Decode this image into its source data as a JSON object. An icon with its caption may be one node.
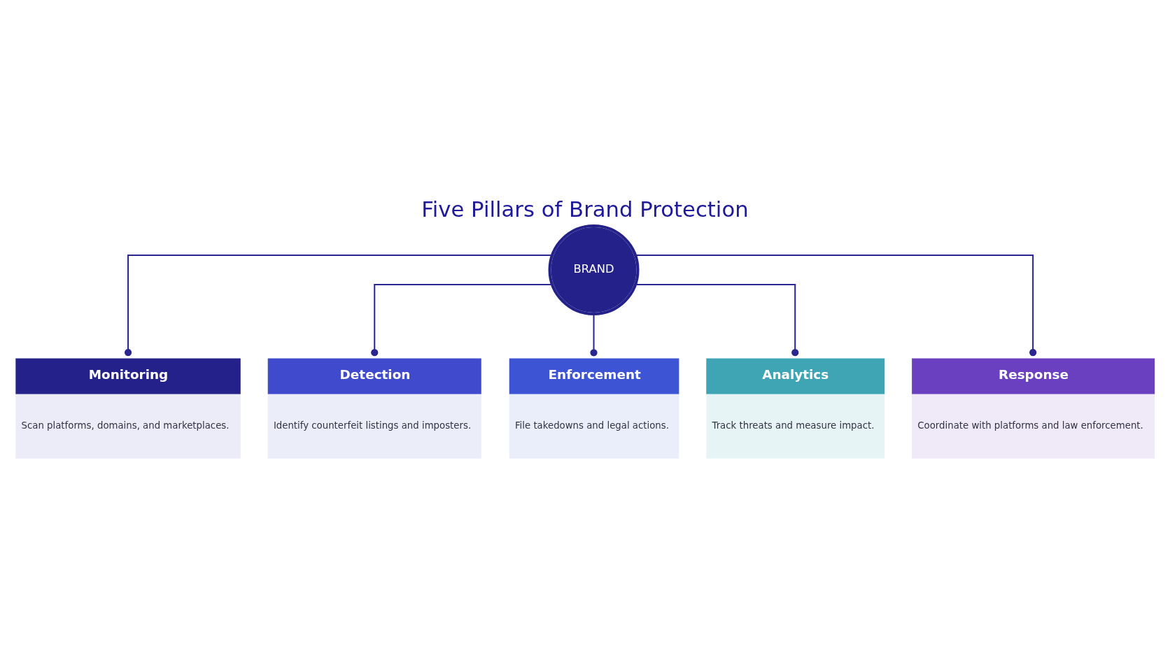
{
  "diagram": {
    "title": "Five Pillars of Brand Protection",
    "nodes": [
      {
        "text": [
          "BRAND"
        ]
      },
      {
        "text": [
          "Monitoring",
          "Scan platforms, domains, and marketplaces."
        ]
      },
      {
        "text": [
          "Detection",
          "Identify counterfeit listings and imposters."
        ]
      },
      {
        "text": [
          "Enforcement",
          "File takedowns and legal actions."
        ]
      },
      {
        "text": [
          "Analytics",
          "Track threats and measure impact."
        ]
      },
      {
        "text": [
          "Response",
          "Coordinate with platforms and law enforcement."
        ]
      }
    ],
    "edges": [
      {
        "from": 0,
        "to": 1,
        "arrow": "other"
      },
      {
        "from": 0,
        "to": 2,
        "arrow": "other"
      },
      {
        "from": 0,
        "to": 3,
        "arrow": "other"
      },
      {
        "from": 0,
        "to": 4,
        "arrow": "other"
      },
      {
        "from": 0,
        "to": 5,
        "arrow": "other"
      }
    ]
  }
}
